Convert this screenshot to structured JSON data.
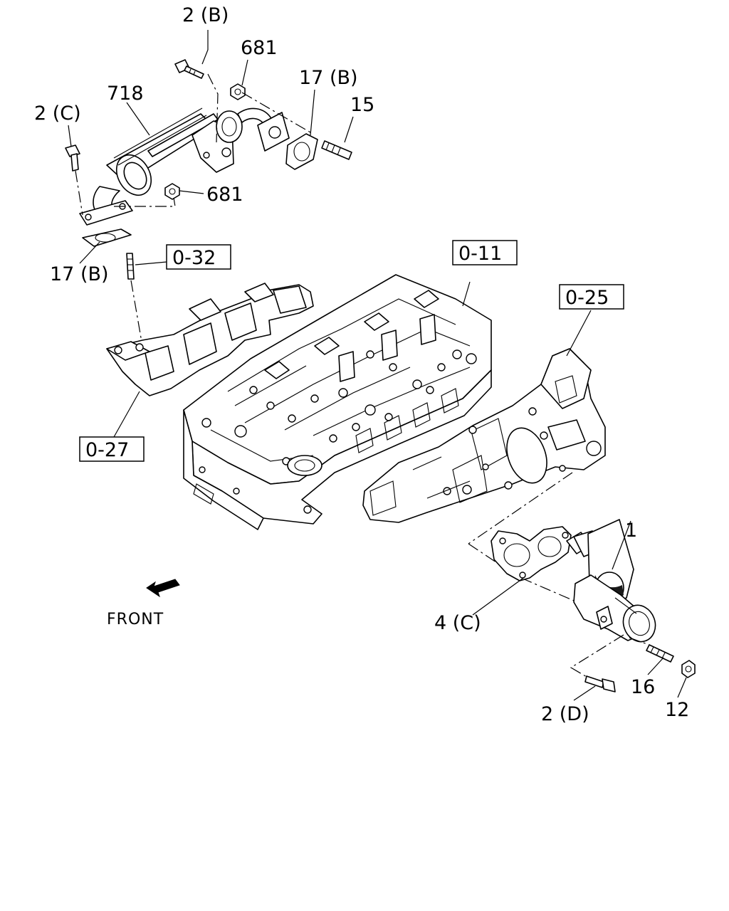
{
  "labels": {
    "bolt_top": "2 (B)",
    "nut_top": "681",
    "cooler": "718",
    "bolt_left": "2 (C)",
    "gasket_right_top": "17 (B)",
    "stud_top": "15",
    "nut_mid": "681",
    "gasket_left": "17 (B)",
    "egr_valve": "1",
    "gasket_lower": "4 (C)",
    "stud_lower": "16",
    "bolt_lower": "2 (D)",
    "nut_lower": "12"
  },
  "refs": {
    "exhaust_stud": "0-32",
    "cylinder_head": "0-11",
    "intake_manifold": "0-25",
    "exhaust_manifold": "0-27"
  },
  "front_label": "FRONT"
}
